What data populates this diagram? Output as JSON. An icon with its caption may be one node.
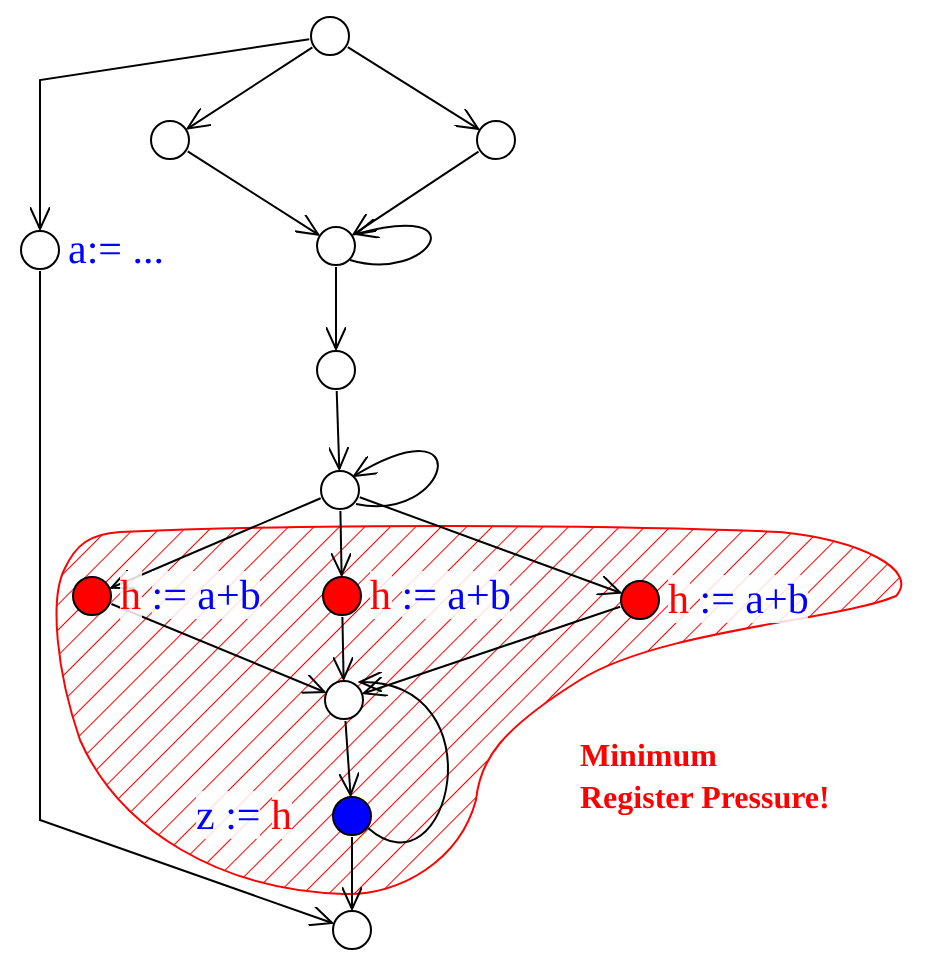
{
  "diagram": {
    "nodes": [
      {
        "text": [],
        "shape": "circle"
      },
      {
        "text": [],
        "shape": "circle"
      },
      {
        "text": [],
        "shape": "circle"
      },
      {
        "text": [],
        "shape": "circle",
        "beside": [
          "a:= ..."
        ]
      },
      {
        "text": [],
        "shape": "circle"
      },
      {
        "text": [],
        "shape": "circle"
      },
      {
        "text": [],
        "shape": "circle"
      },
      {
        "text": [
          "Minimum Register Pressure!"
        ]
      },
      {
        "text": [],
        "shape": "circle",
        "in": 7,
        "beside": [
          "h",
          ":= a+b"
        ]
      },
      {
        "text": [],
        "shape": "circle",
        "in": 7,
        "beside": [
          "h",
          ":= a+b"
        ]
      },
      {
        "text": [],
        "shape": "circle",
        "in": 7,
        "beside": [
          "h",
          ":= a+b"
        ]
      },
      {
        "text": [],
        "shape": "circle",
        "in": 7
      },
      {
        "text": [],
        "shape": "circle",
        "in": 7,
        "beside": [
          "z :=",
          "h"
        ]
      },
      {
        "text": [],
        "shape": "circle"
      }
    ],
    "edges": [
      {
        "from": 0,
        "to": 1,
        "arrow": "to"
      },
      {
        "from": 0,
        "to": 2,
        "arrow": "to"
      },
      {
        "from": 0,
        "to": 3,
        "arrow": "to"
      },
      {
        "from": 1,
        "to": 4,
        "arrow": "to"
      },
      {
        "from": 2,
        "to": 4,
        "arrow": "to"
      },
      {
        "from": 4,
        "to": 4,
        "arrow": "to"
      },
      {
        "from": 4,
        "to": 5,
        "arrow": "to"
      },
      {
        "from": 5,
        "to": 6,
        "arrow": "to"
      },
      {
        "from": 6,
        "to": 6,
        "arrow": "to"
      },
      {
        "from": 6,
        "to": 8,
        "arrow": "to"
      },
      {
        "from": 6,
        "to": 9,
        "arrow": "to"
      },
      {
        "from": 6,
        "to": 10,
        "arrow": "to"
      },
      {
        "from": 8,
        "to": 11,
        "arrow": "to"
      },
      {
        "from": 9,
        "to": 11,
        "arrow": "to"
      },
      {
        "from": 10,
        "to": 11,
        "arrow": "to"
      },
      {
        "from": 12,
        "to": 11,
        "arrow": "to"
      },
      {
        "from": 11,
        "to": 12,
        "arrow": "to"
      },
      {
        "from": 12,
        "to": 13,
        "arrow": "to"
      },
      {
        "from": 3,
        "to": 13,
        "arrow": "to"
      }
    ]
  }
}
